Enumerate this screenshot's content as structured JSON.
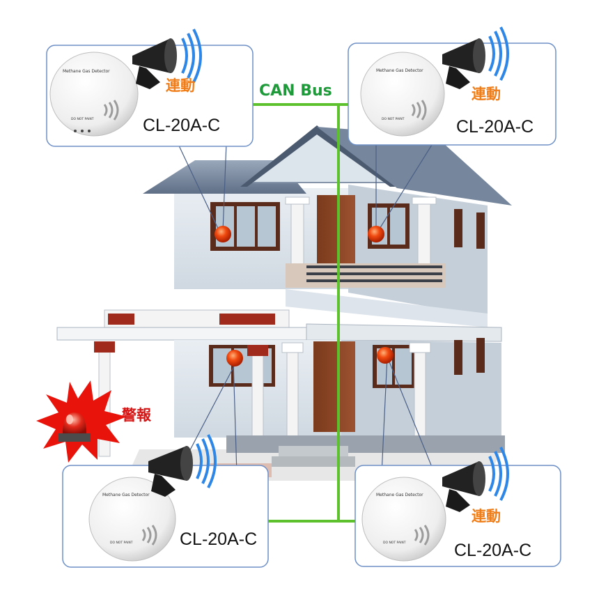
{
  "bus": {
    "label": "CAN Bus",
    "color": "#5cc12d"
  },
  "alarm": {
    "label": "警報"
  },
  "detector_text": {
    "title": "Methane Gas Detector",
    "warning": "DO NOT PAINT"
  },
  "devices": [
    {
      "model": "CL-20A-C",
      "action": "連動"
    },
    {
      "model": "CL-20A-C",
      "action": "連動"
    },
    {
      "model": "CL-20A-C",
      "action": ""
    },
    {
      "model": "CL-20A-C",
      "action": "連動"
    }
  ],
  "colors": {
    "accent": "#f07d18",
    "alarm": "#d61414",
    "sensor": "#f04a10",
    "panel_border": "#6d8fc7"
  }
}
